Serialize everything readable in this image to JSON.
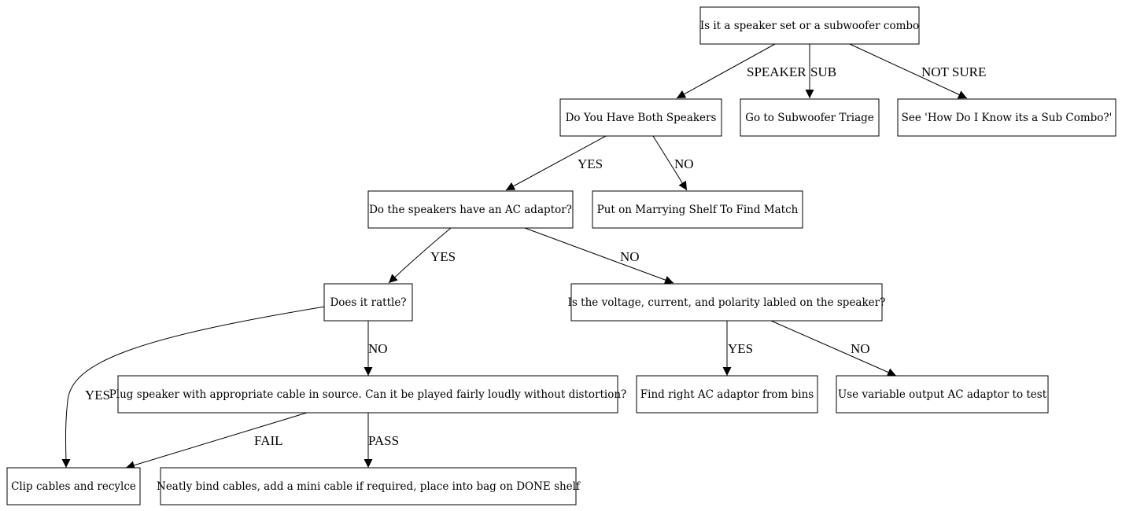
{
  "nodes": {
    "n_root": "Is it a speaker set or a subwoofer combo",
    "n_both": "Do You Have Both Speakers",
    "n_subtriage": "Go to Subwoofer Triage",
    "n_howknow": "See 'How Do I Know its a Sub Combo?'",
    "n_acadaptor": "Do the speakers have an AC adaptor?",
    "n_marrying": "Put on Marrying Shelf To Find Match",
    "n_rattle": "Does it rattle?",
    "n_labeled": "Is the voltage, current, and polarity labled on the speaker?",
    "n_plug": "Plug speaker with appropriate cable in source. Can it be played fairly loudly without distortion?",
    "n_findac": "Find right AC adaptor from bins",
    "n_variable": "Use variable output AC adaptor to test",
    "n_clip": "Clip cables and recylce",
    "n_bind": "Neatly bind cables, add a mini cable if required, place into bag on DONE shelf"
  },
  "edges": {
    "e_root_both": "SPEAKER",
    "e_root_sub": "SUB",
    "e_root_notsure": "NOT SURE",
    "e_both_ac": "YES",
    "e_both_marry": "NO",
    "e_ac_rattle": "YES",
    "e_ac_labeled": "NO",
    "e_rattle_clip": "YES",
    "e_rattle_plug": "NO",
    "e_labeled_find": "YES",
    "e_labeled_var": "NO",
    "e_plug_clip": "FAIL",
    "e_plug_bind": "PASS"
  },
  "colors": {
    "background": "#ffffff",
    "stroke": "#000000",
    "text": "#000000"
  }
}
